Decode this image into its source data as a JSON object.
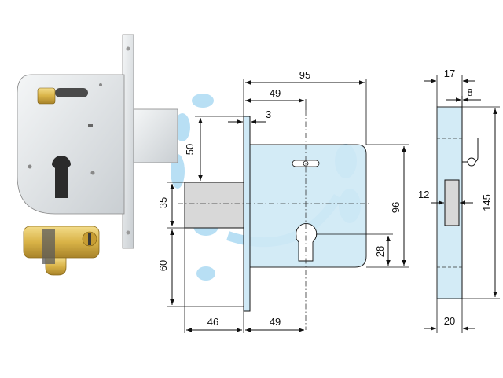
{
  "colors": {
    "body": "#cfe9f6",
    "bolt": "#d8d8d8",
    "line": "#111111",
    "metal": "#e8ecef",
    "brass": "#d9b347",
    "watermark": "#7fc6ec"
  },
  "dimensions": {
    "top_width": "95",
    "top_backset": "49",
    "faceplate_thickness": "3",
    "bolt_throw": "50",
    "bolt_height": "35",
    "lower_height": "60",
    "bolt_length": "46",
    "bottom_backset": "49",
    "body_height": "96",
    "keyhole_offset": "28",
    "side_depth": "17",
    "side_lip": "8",
    "side_bolt": "12",
    "side_total_height": "145",
    "side_bottom_width": "20"
  },
  "icons": [
    "lock-photo",
    "cylinder-photo",
    "watermark-logo"
  ]
}
